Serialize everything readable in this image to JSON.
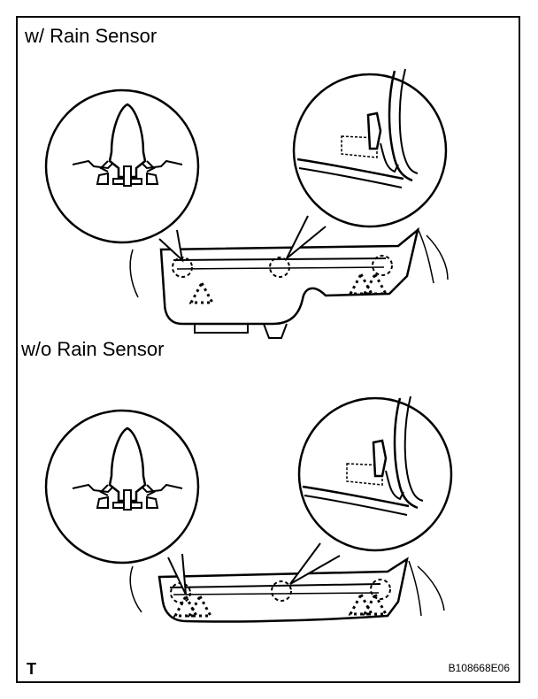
{
  "labels": {
    "with_rain_sensor": "w/ Rain Sensor",
    "without_rain_sensor": "w/o Rain Sensor"
  },
  "footer": {
    "corner_mark": "T",
    "part_code": "B108668E06"
  }
}
